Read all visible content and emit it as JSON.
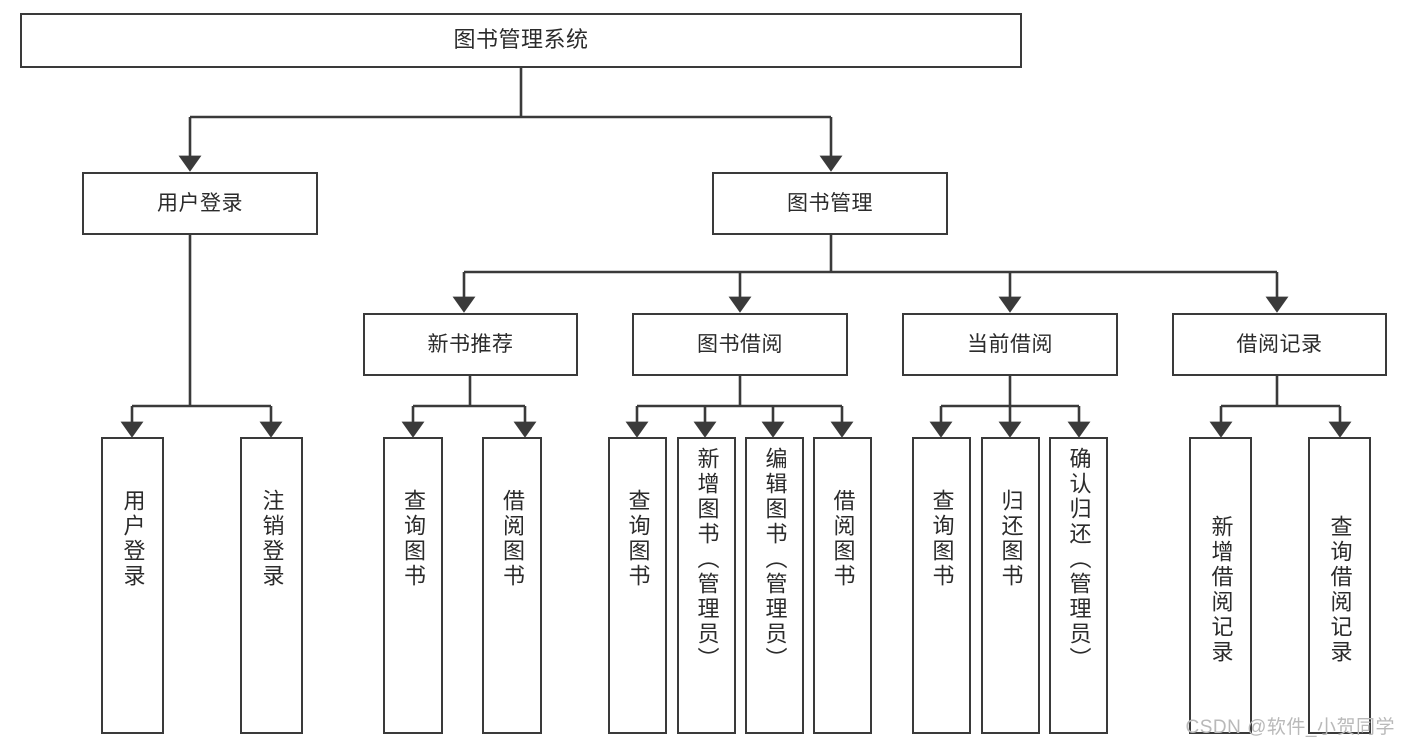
{
  "diagram": {
    "title": "图书管理系统",
    "type": "hierarchy-tree",
    "root": {
      "label": "图书管理系统"
    },
    "level2": [
      {
        "label": "用户登录"
      },
      {
        "label": "图书管理"
      }
    ],
    "level3": [
      {
        "label": "新书推荐"
      },
      {
        "label": "图书借阅"
      },
      {
        "label": "当前借阅"
      },
      {
        "label": "借阅记录"
      }
    ],
    "leaves": {
      "user_login": [
        {
          "label": "用户登录"
        },
        {
          "label": "注销登录"
        }
      ],
      "new_book_recommend": [
        {
          "label": "查询图书"
        },
        {
          "label": "借阅图书"
        }
      ],
      "book_borrow": [
        {
          "label": "查询图书"
        },
        {
          "label": "新增图书（管理员）"
        },
        {
          "label": "编辑图书（管理员）"
        },
        {
          "label": "借阅图书"
        }
      ],
      "current_borrow": [
        {
          "label": "查询图书"
        },
        {
          "label": "归还图书"
        },
        {
          "label": "确认归还（管理员）"
        }
      ],
      "borrow_record": [
        {
          "label": "新增借阅记录"
        },
        {
          "label": "查询借阅记录"
        }
      ]
    },
    "colors": {
      "border": "#3a3a3a",
      "text": "#2b2b2b",
      "background": "#ffffff",
      "watermark": "#b9b9b9"
    }
  },
  "watermark": {
    "text": "CSDN @软件_小贺同学"
  }
}
